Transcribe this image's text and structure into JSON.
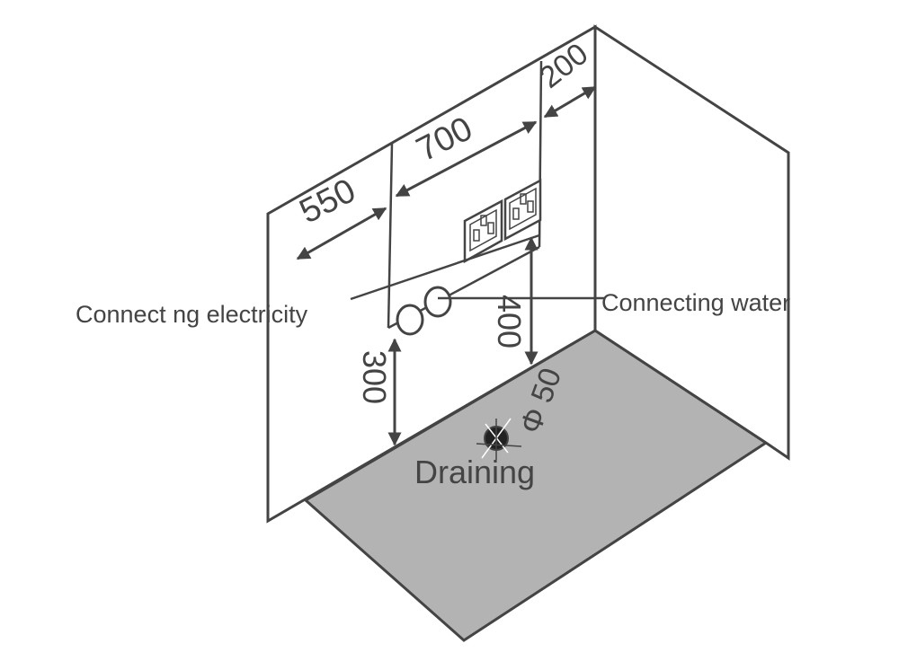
{
  "labels": {
    "electricity": "Connect ng electricity",
    "water": "Connecting water",
    "draining": "Draining",
    "drain_diameter": "Φ 50"
  },
  "dimensions": {
    "left_offset": "550",
    "socket_span": "700",
    "right_offset": "200",
    "pipe_height": "300",
    "socket_height": "400"
  },
  "colors": {
    "line": "#444444",
    "floor": "#b3b3b3",
    "background": "#ffffff"
  }
}
